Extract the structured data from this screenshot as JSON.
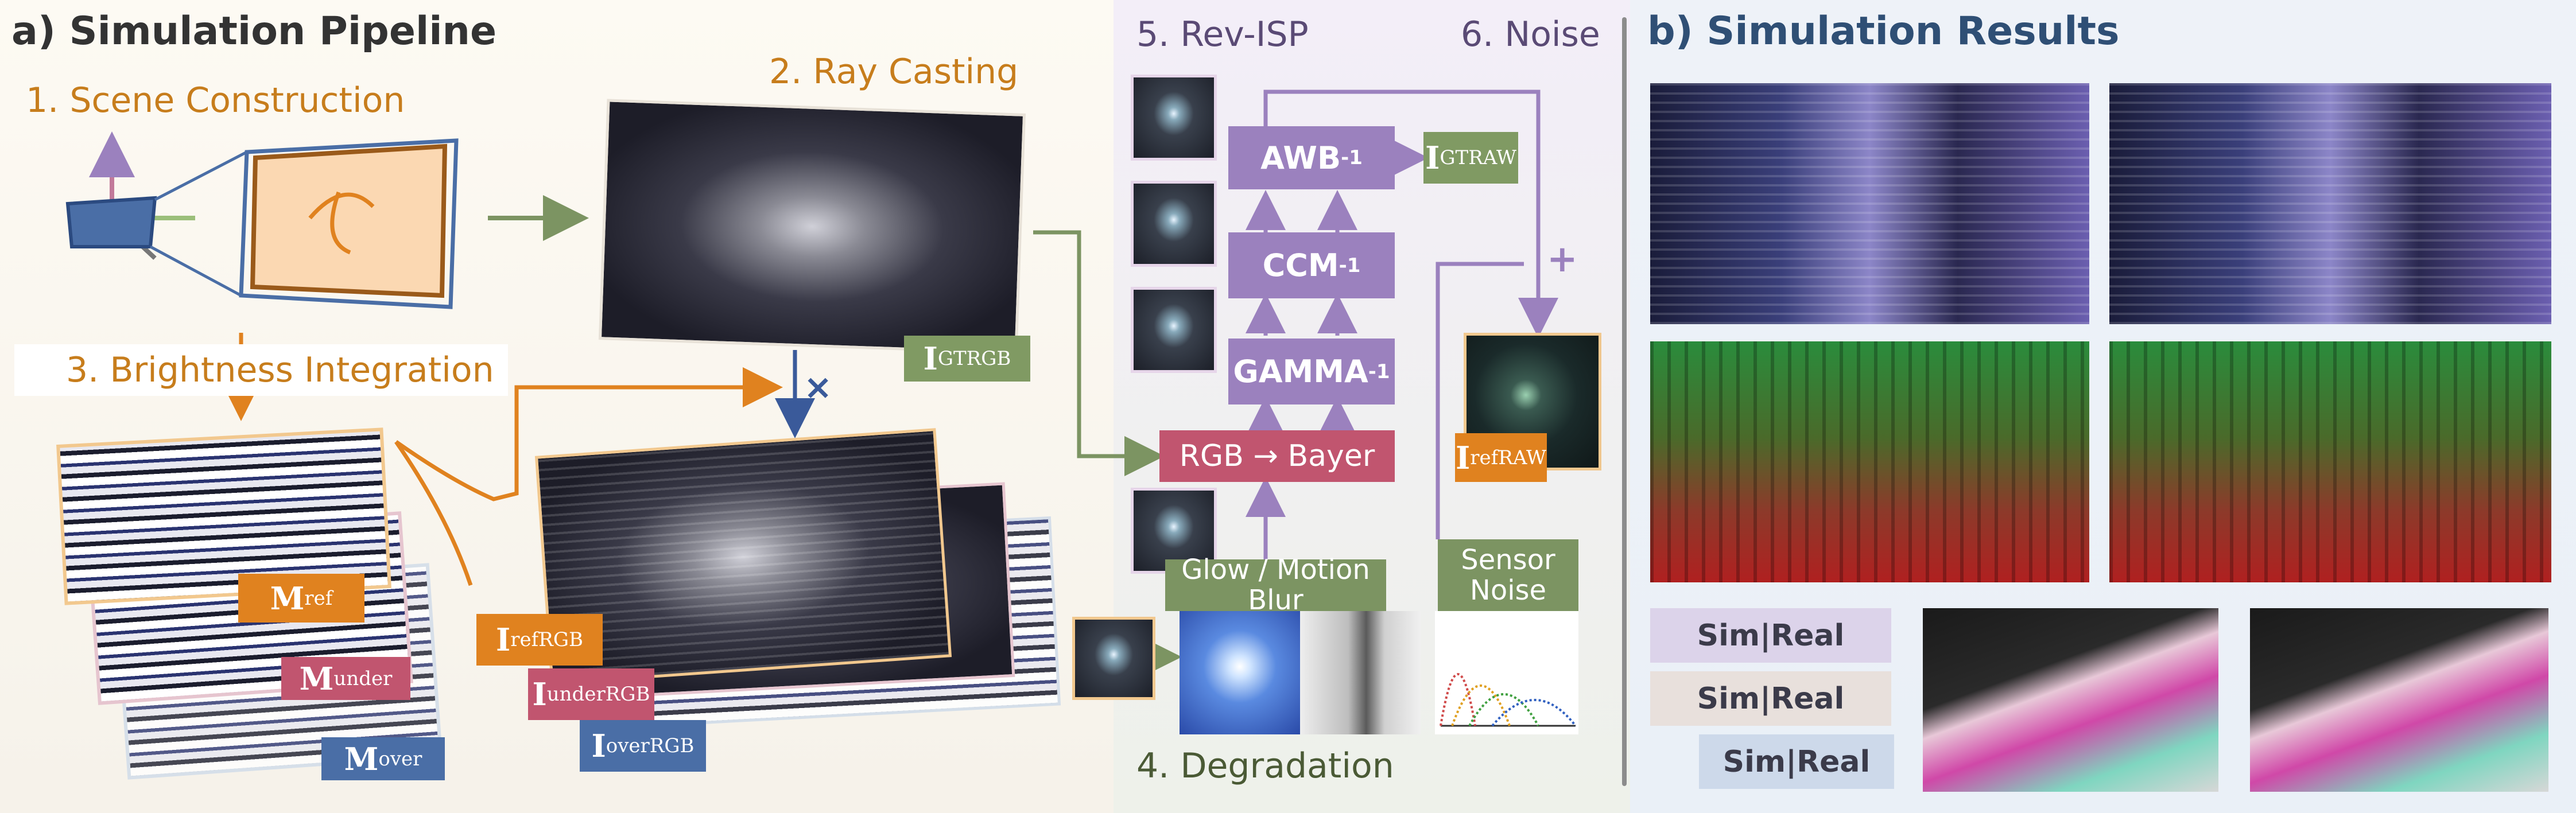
{
  "panel_a": {
    "title": "a) Simulation Pipeline",
    "step1": "1. Scene Construction",
    "step2": "2. Ray Casting",
    "step3": "3. Brightness Integration",
    "times_symbol": "×",
    "labels": {
      "i_gt_base": "I",
      "i_gt_sup": "RGB",
      "i_gt_sub": "GT",
      "m_ref_base": "M",
      "m_ref_sub": "ref",
      "m_under_base": "M",
      "m_under_sub": "under",
      "m_over_base": "M",
      "m_over_sub": "over",
      "i_ref_base": "I",
      "i_ref_sup": "RGB",
      "i_ref_sub": "ref",
      "i_under_base": "I",
      "i_under_sup": "RGB",
      "i_under_sub": "under",
      "i_over_base": "I",
      "i_over_sup": "RGB",
      "i_over_sub": "over"
    }
  },
  "panel_mid": {
    "step5": "5. Rev-ISP",
    "step6": "6. Noise",
    "step4": "4. Degradation",
    "awb": "AWB",
    "awb_sup": "-1",
    "ccm": "CCM",
    "ccm_sup": "-1",
    "gamma": "GAMMA",
    "gamma_sup": "-1",
    "rgb_bayer": "RGB → Bayer",
    "raw_gt_base": "I",
    "raw_gt_sup": "RAW",
    "raw_gt_sub": "GT",
    "raw_ref_base": "I",
    "raw_ref_sup": "RAW",
    "raw_ref_sub": "ref",
    "glow_motion": "Glow / Motion Blur",
    "sensor_noise": "Sensor\nNoise",
    "plus_symbol": "+"
  },
  "panel_b": {
    "title": "b) Simulation Results",
    "sim_real": [
      {
        "sim": "Sim",
        "sep": "|",
        "real": "Real",
        "bg": "#dcd3ea"
      },
      {
        "sim": "Sim",
        "sep": "|",
        "real": "Real",
        "bg": "#e8e0dc"
      },
      {
        "sim": "Sim",
        "sep": "|",
        "real": "Real",
        "bg": "#cdd9ea"
      }
    ]
  },
  "colors": {
    "orange": "#e0821f",
    "rose": "#c1556f",
    "blue": "#4a6ea6",
    "green": "#809a63",
    "purple": "#9b81be"
  }
}
